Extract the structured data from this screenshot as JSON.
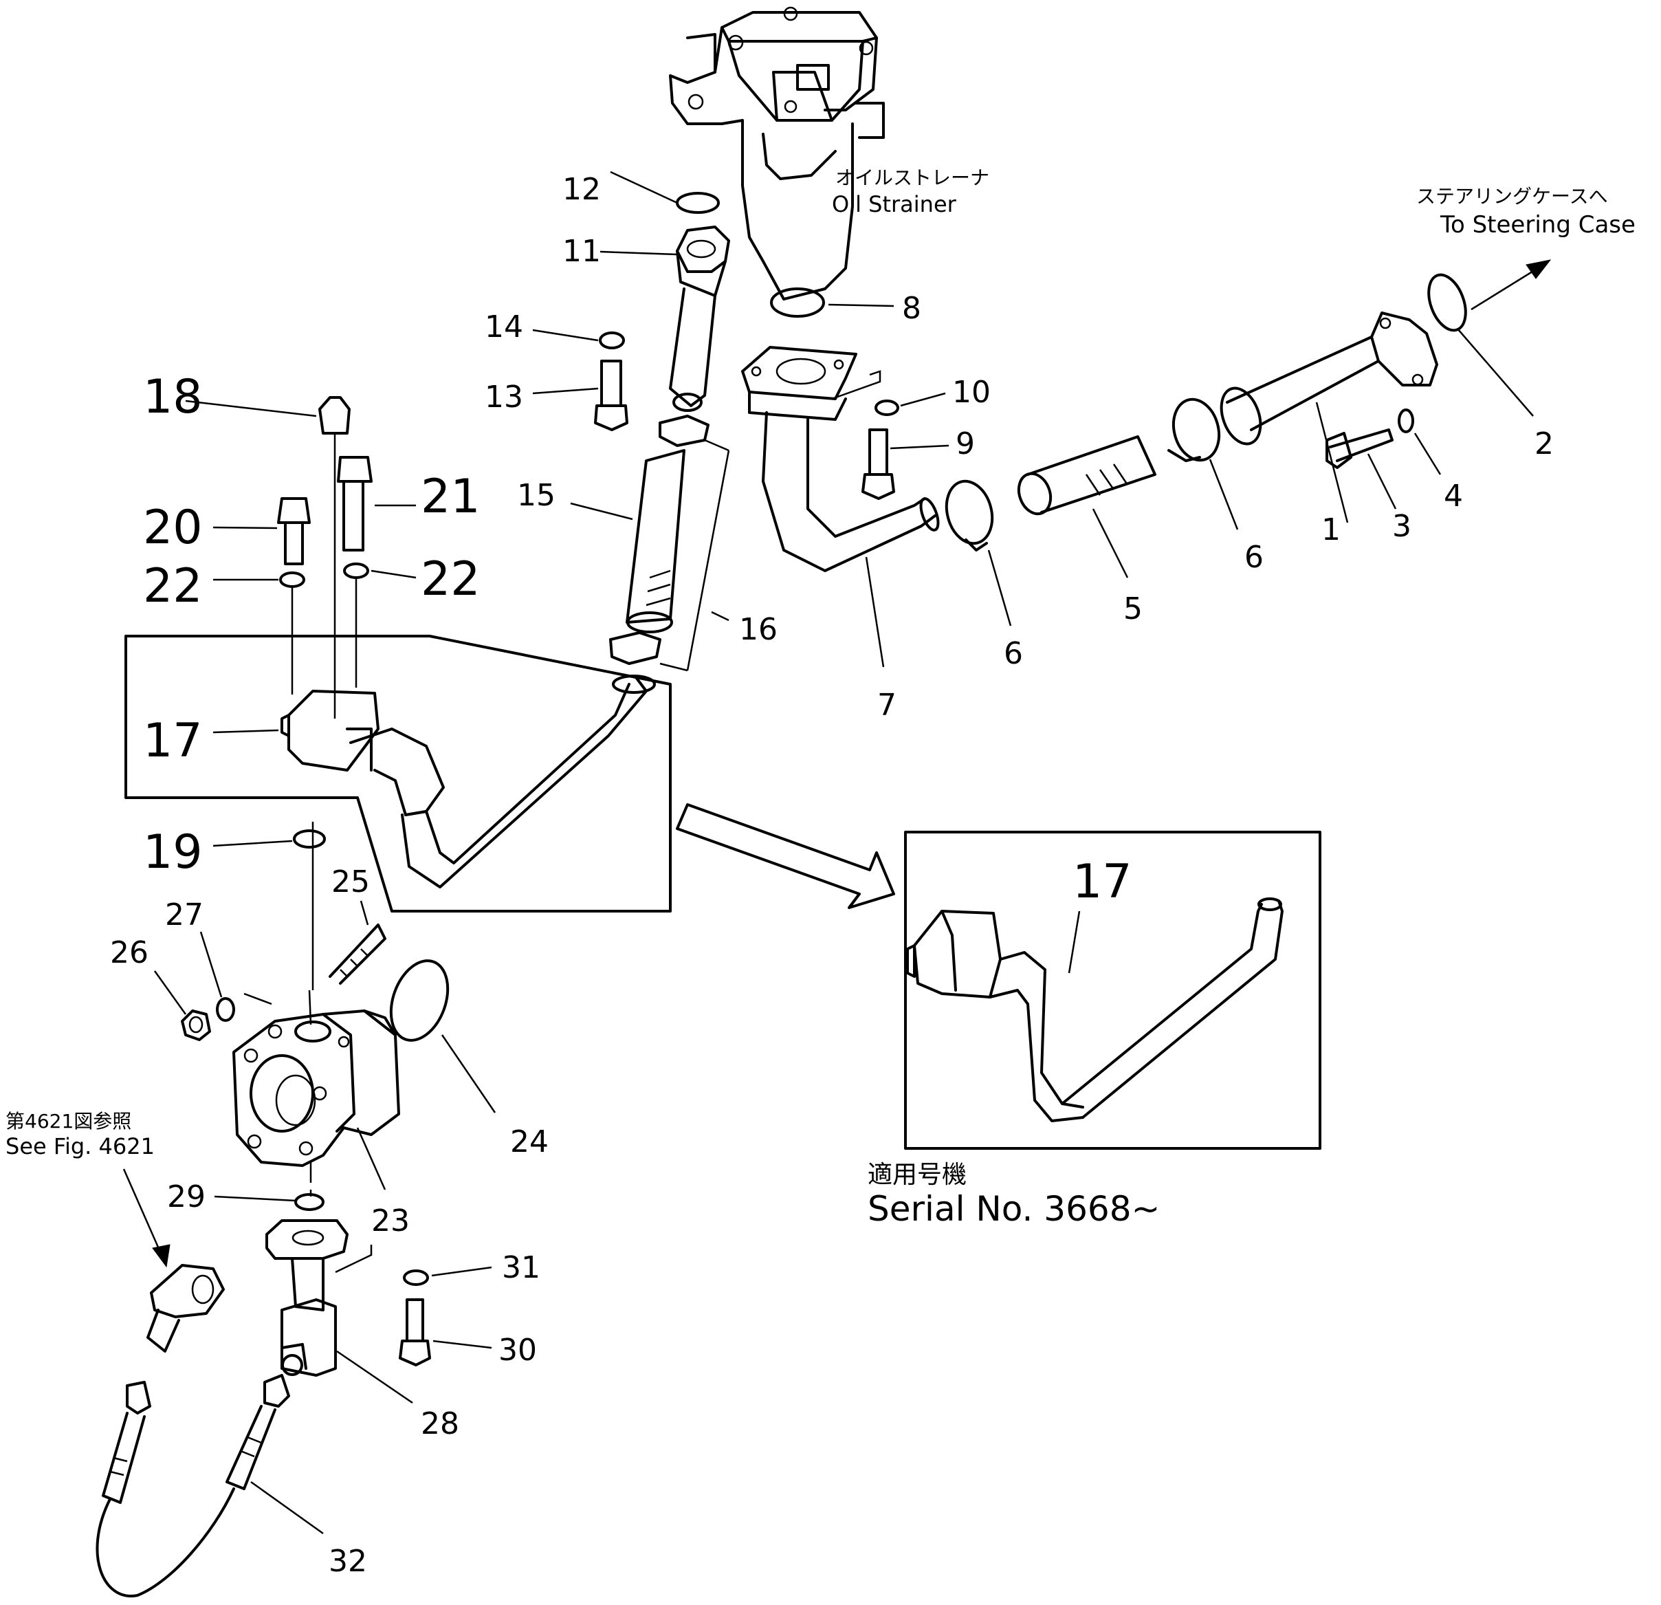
{
  "labels": {
    "oil_strainer_jp": "オイルストレーナ",
    "oil_strainer_en": "Oil Strainer",
    "steering_jp": "ステアリングケースへ",
    "steering_en": "To Steering Case",
    "see_fig_jp": "第4621図参照",
    "see_fig_en": "See Fig. 4621",
    "serial_jp": "適用号機",
    "serial_en": "Serial No. 3668~"
  },
  "callouts": {
    "p1": "1",
    "p2": "2",
    "p3": "3",
    "p4": "4",
    "p5": "5",
    "p6a": "6",
    "p6b": "6",
    "p7": "7",
    "p8": "8",
    "p9": "9",
    "p10": "10",
    "p11": "11",
    "p12": "12",
    "p13": "13",
    "p14": "14",
    "p15": "15",
    "p16": "16",
    "p17a": "17",
    "p17b": "17",
    "p18": "18",
    "p19": "19",
    "p20": "20",
    "p21": "21",
    "p22a": "22",
    "p22b": "22",
    "p23": "23",
    "p24": "24",
    "p25": "25",
    "p26": "26",
    "p27": "27",
    "p28": "28",
    "p29": "29",
    "p30": "30",
    "p31": "31",
    "p32": "32"
  }
}
